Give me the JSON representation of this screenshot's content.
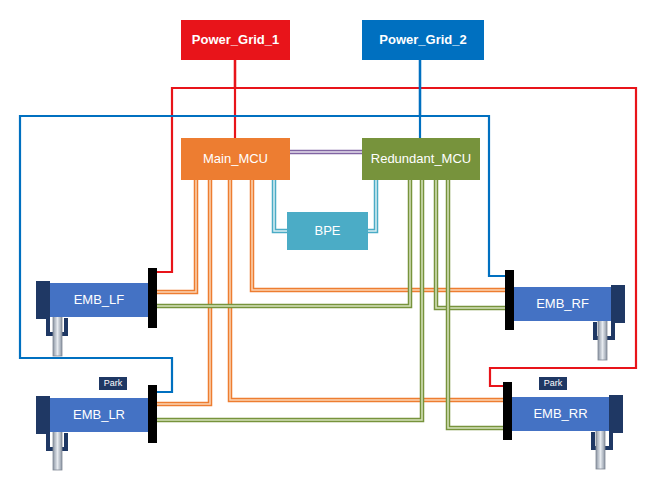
{
  "diagram": {
    "nodes": [
      {
        "text": [
          "Power_Grid_1"
        ]
      },
      {
        "text": [
          "Power_Grid_2"
        ]
      },
      {
        "text": [
          "Main_MCU"
        ]
      },
      {
        "text": [
          "Redundant_MCU"
        ]
      },
      {
        "text": [
          "BPE"
        ]
      },
      {
        "text": [
          "EMB_LF"
        ]
      },
      {
        "text": [
          "EMB_RF"
        ]
      },
      {
        "text": [
          "Park"
        ]
      },
      {
        "text": [
          "Park"
        ]
      },
      {
        "text": [
          "EMB_LR"
        ]
      },
      {
        "text": [
          "EMB_RR"
        ]
      }
    ],
    "edges": [
      {
        "from": 0,
        "to": 2,
        "arrow": "none"
      },
      {
        "from": 0,
        "to": 5,
        "arrow": "none"
      },
      {
        "from": 0,
        "to": 10,
        "arrow": "none"
      },
      {
        "from": 1,
        "to": 3,
        "arrow": "none"
      },
      {
        "from": 1,
        "to": 6,
        "arrow": "none"
      },
      {
        "from": 1,
        "to": 9,
        "arrow": "none"
      },
      {
        "from": 2,
        "to": 3,
        "arrow": "none"
      },
      {
        "from": 2,
        "to": 4,
        "arrow": "none"
      },
      {
        "from": 3,
        "to": 4,
        "arrow": "none"
      },
      {
        "from": 2,
        "to": 5,
        "arrow": "none"
      },
      {
        "from": 2,
        "to": 6,
        "arrow": "none"
      },
      {
        "from": 2,
        "to": 9,
        "arrow": "none"
      },
      {
        "from": 2,
        "to": 10,
        "arrow": "none"
      },
      {
        "from": 3,
        "to": 5,
        "arrow": "none"
      },
      {
        "from": 3,
        "to": 6,
        "arrow": "none"
      },
      {
        "from": 3,
        "to": 9,
        "arrow": "none"
      },
      {
        "from": 3,
        "to": 10,
        "arrow": "none"
      }
    ]
  }
}
